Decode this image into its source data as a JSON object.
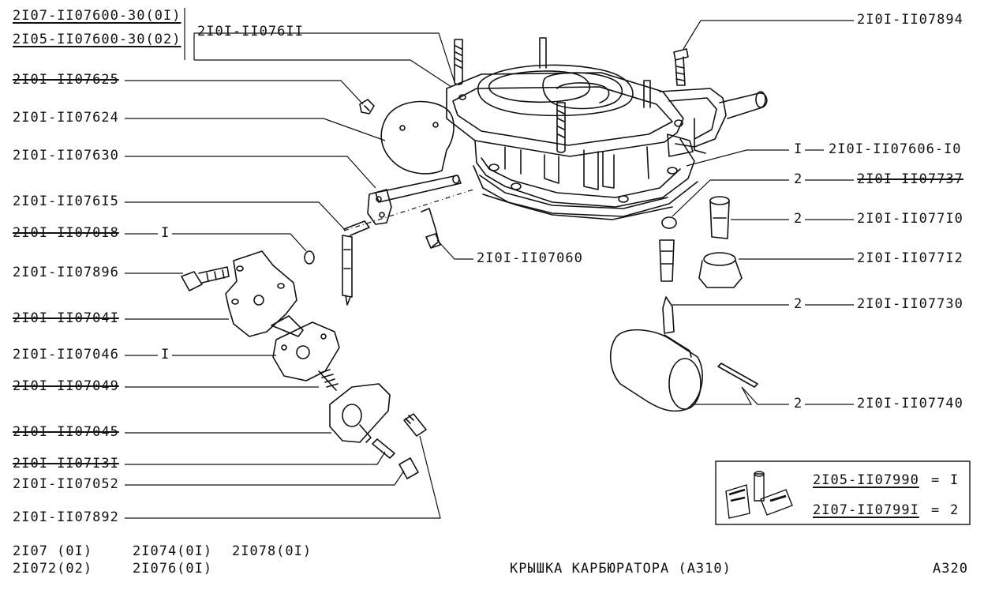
{
  "diagram": {
    "title": "КРЫШКА  КАРБЮРАТОРА (А310)",
    "code": "А320",
    "assemblies": [
      "2I07-II07600-30(0I)",
      "2I05-II07600-30(02)"
    ],
    "assembly_ref": "2I0I-II076II",
    "models": [
      "2I07 (0I)",
      "2I072(02)",
      "2I074(0I)",
      "2I076(0I)",
      "2I078(0I)"
    ],
    "left_labels": [
      "2I0I-II07625",
      "2I0I-II07624",
      "2I0I-II07630",
      "2I0I-II076I5",
      "2I0I-II070I8",
      "2I0I-II07896",
      "2I0I-II0704I",
      "2I0I-II07046",
      "2I0I-II07049",
      "2I0I-II07045",
      "2I0I-II07I3I",
      "2I0I-II07052",
      "2I0I-II07892"
    ],
    "left_qty": {
      "a": "I",
      "b": "I"
    },
    "middle_label": "2I0I-II07060",
    "right_labels": [
      "2I0I-II07894",
      "2I0I-II07606-I0",
      "2I0I-II07737",
      "2I0I-II077I0",
      "2I0I-II077I2",
      "2I0I-II07730",
      "2I0I-II07740"
    ],
    "right_qty": [
      "I",
      "2",
      "2",
      "2",
      "2"
    ],
    "kits": [
      {
        "part": "2I05-II07990",
        "eq": "=",
        "qty": "I"
      },
      {
        "part": "2I07-II0799I",
        "eq": "=",
        "qty": "2"
      }
    ]
  }
}
